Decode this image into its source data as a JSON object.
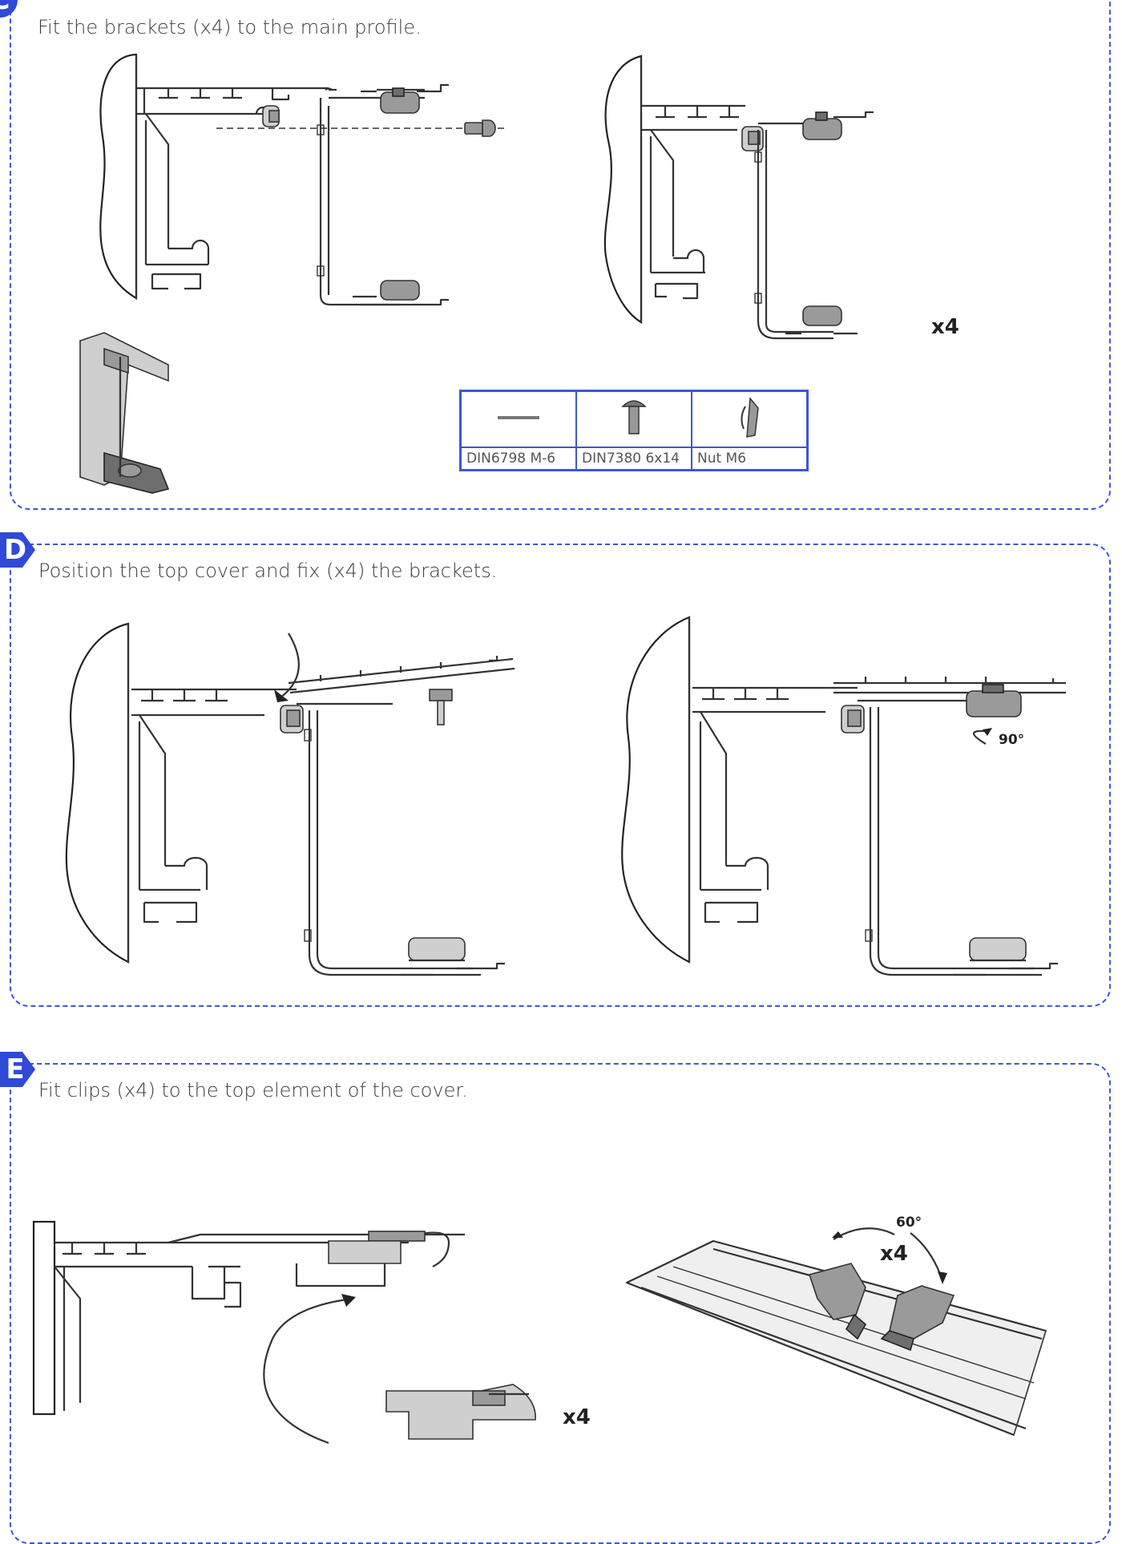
{
  "steps": [
    {
      "marker": "C",
      "instruction": "Fit the brackets (x4) to the main profile.",
      "quantity_label": "x4"
    },
    {
      "marker": "D",
      "instruction": "Position the top cover and fix (x4) the brackets.",
      "rotation_label": "90°"
    },
    {
      "marker": "E",
      "instruction": "Fit clips (x4) to the top element of the cover.",
      "quantity_label": "x4",
      "clip_quantity_label": "x4",
      "angle_label": "60°"
    }
  ],
  "parts_table": [
    {
      "icon": "washer-icon",
      "label": "DIN6798 M-6"
    },
    {
      "icon": "bolt-icon",
      "label": "DIN7380 6x14"
    },
    {
      "icon": "nut-icon",
      "label": "Nut M6"
    }
  ],
  "colors": {
    "accent": "#2f49d8",
    "border": "#3f55d6"
  }
}
